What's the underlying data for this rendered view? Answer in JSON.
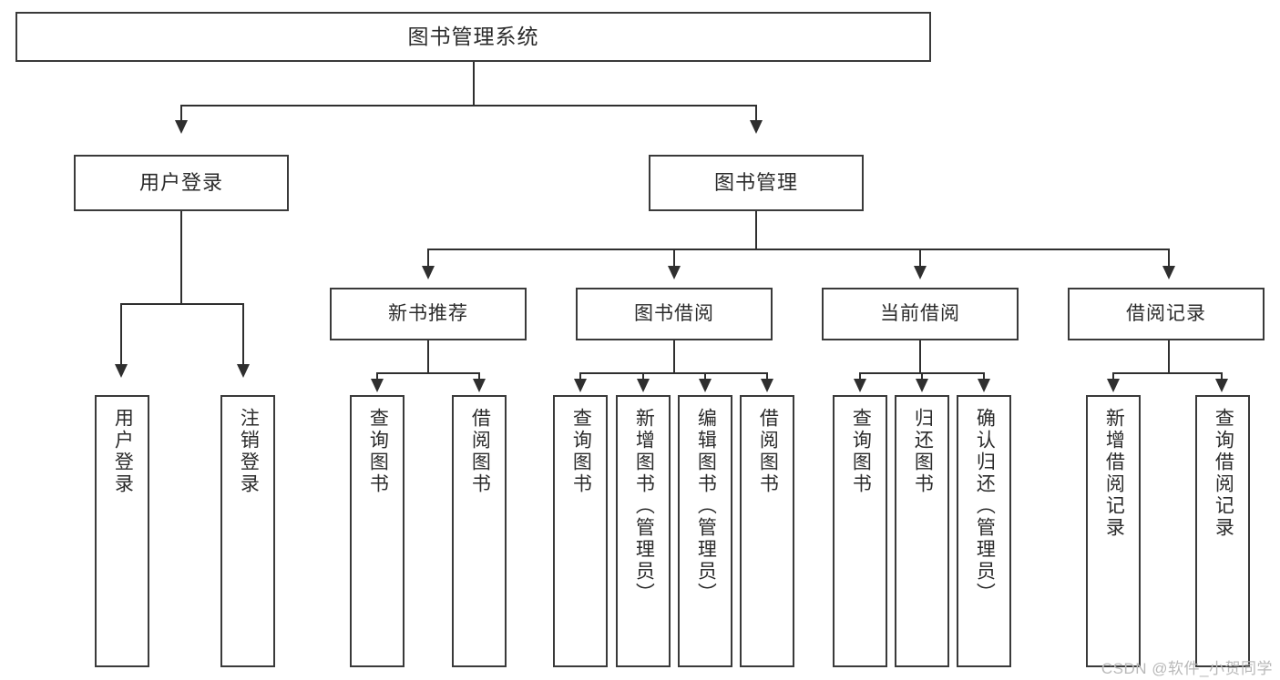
{
  "diagram": {
    "title": "图书管理系统",
    "type": "hierarchy-tree",
    "watermark": "CSDN @软件_小贺同学",
    "colors": {
      "box_border": "#3a3a3a",
      "connector": "#2f2f2f",
      "text": "#2b2b2b",
      "background": "#ffffff",
      "watermark": "#b9b9b9"
    },
    "root": {
      "label": "图书管理系统"
    },
    "level2": [
      {
        "label": "用户登录"
      },
      {
        "label": "图书管理"
      }
    ],
    "level3": [
      {
        "label": "新书推荐"
      },
      {
        "label": "图书借阅"
      },
      {
        "label": "当前借阅"
      },
      {
        "label": "借阅记录"
      }
    ],
    "leaves": {
      "user_login": [
        {
          "label": "用户登录"
        },
        {
          "label": "注销登录"
        }
      ],
      "new_book_recommend": [
        {
          "label": "查询图书"
        },
        {
          "label": "借阅图书"
        }
      ],
      "book_borrow": [
        {
          "label": "查询图书"
        },
        {
          "label": "新增图书（管理员）"
        },
        {
          "label": "编辑图书（管理员）"
        },
        {
          "label": "借阅图书"
        }
      ],
      "current_borrow": [
        {
          "label": "查询图书"
        },
        {
          "label": "归还图书"
        },
        {
          "label": "确认归还（管理员）"
        }
      ],
      "borrow_record": [
        {
          "label": "新增借阅记录"
        },
        {
          "label": "查询借阅记录"
        }
      ]
    }
  }
}
